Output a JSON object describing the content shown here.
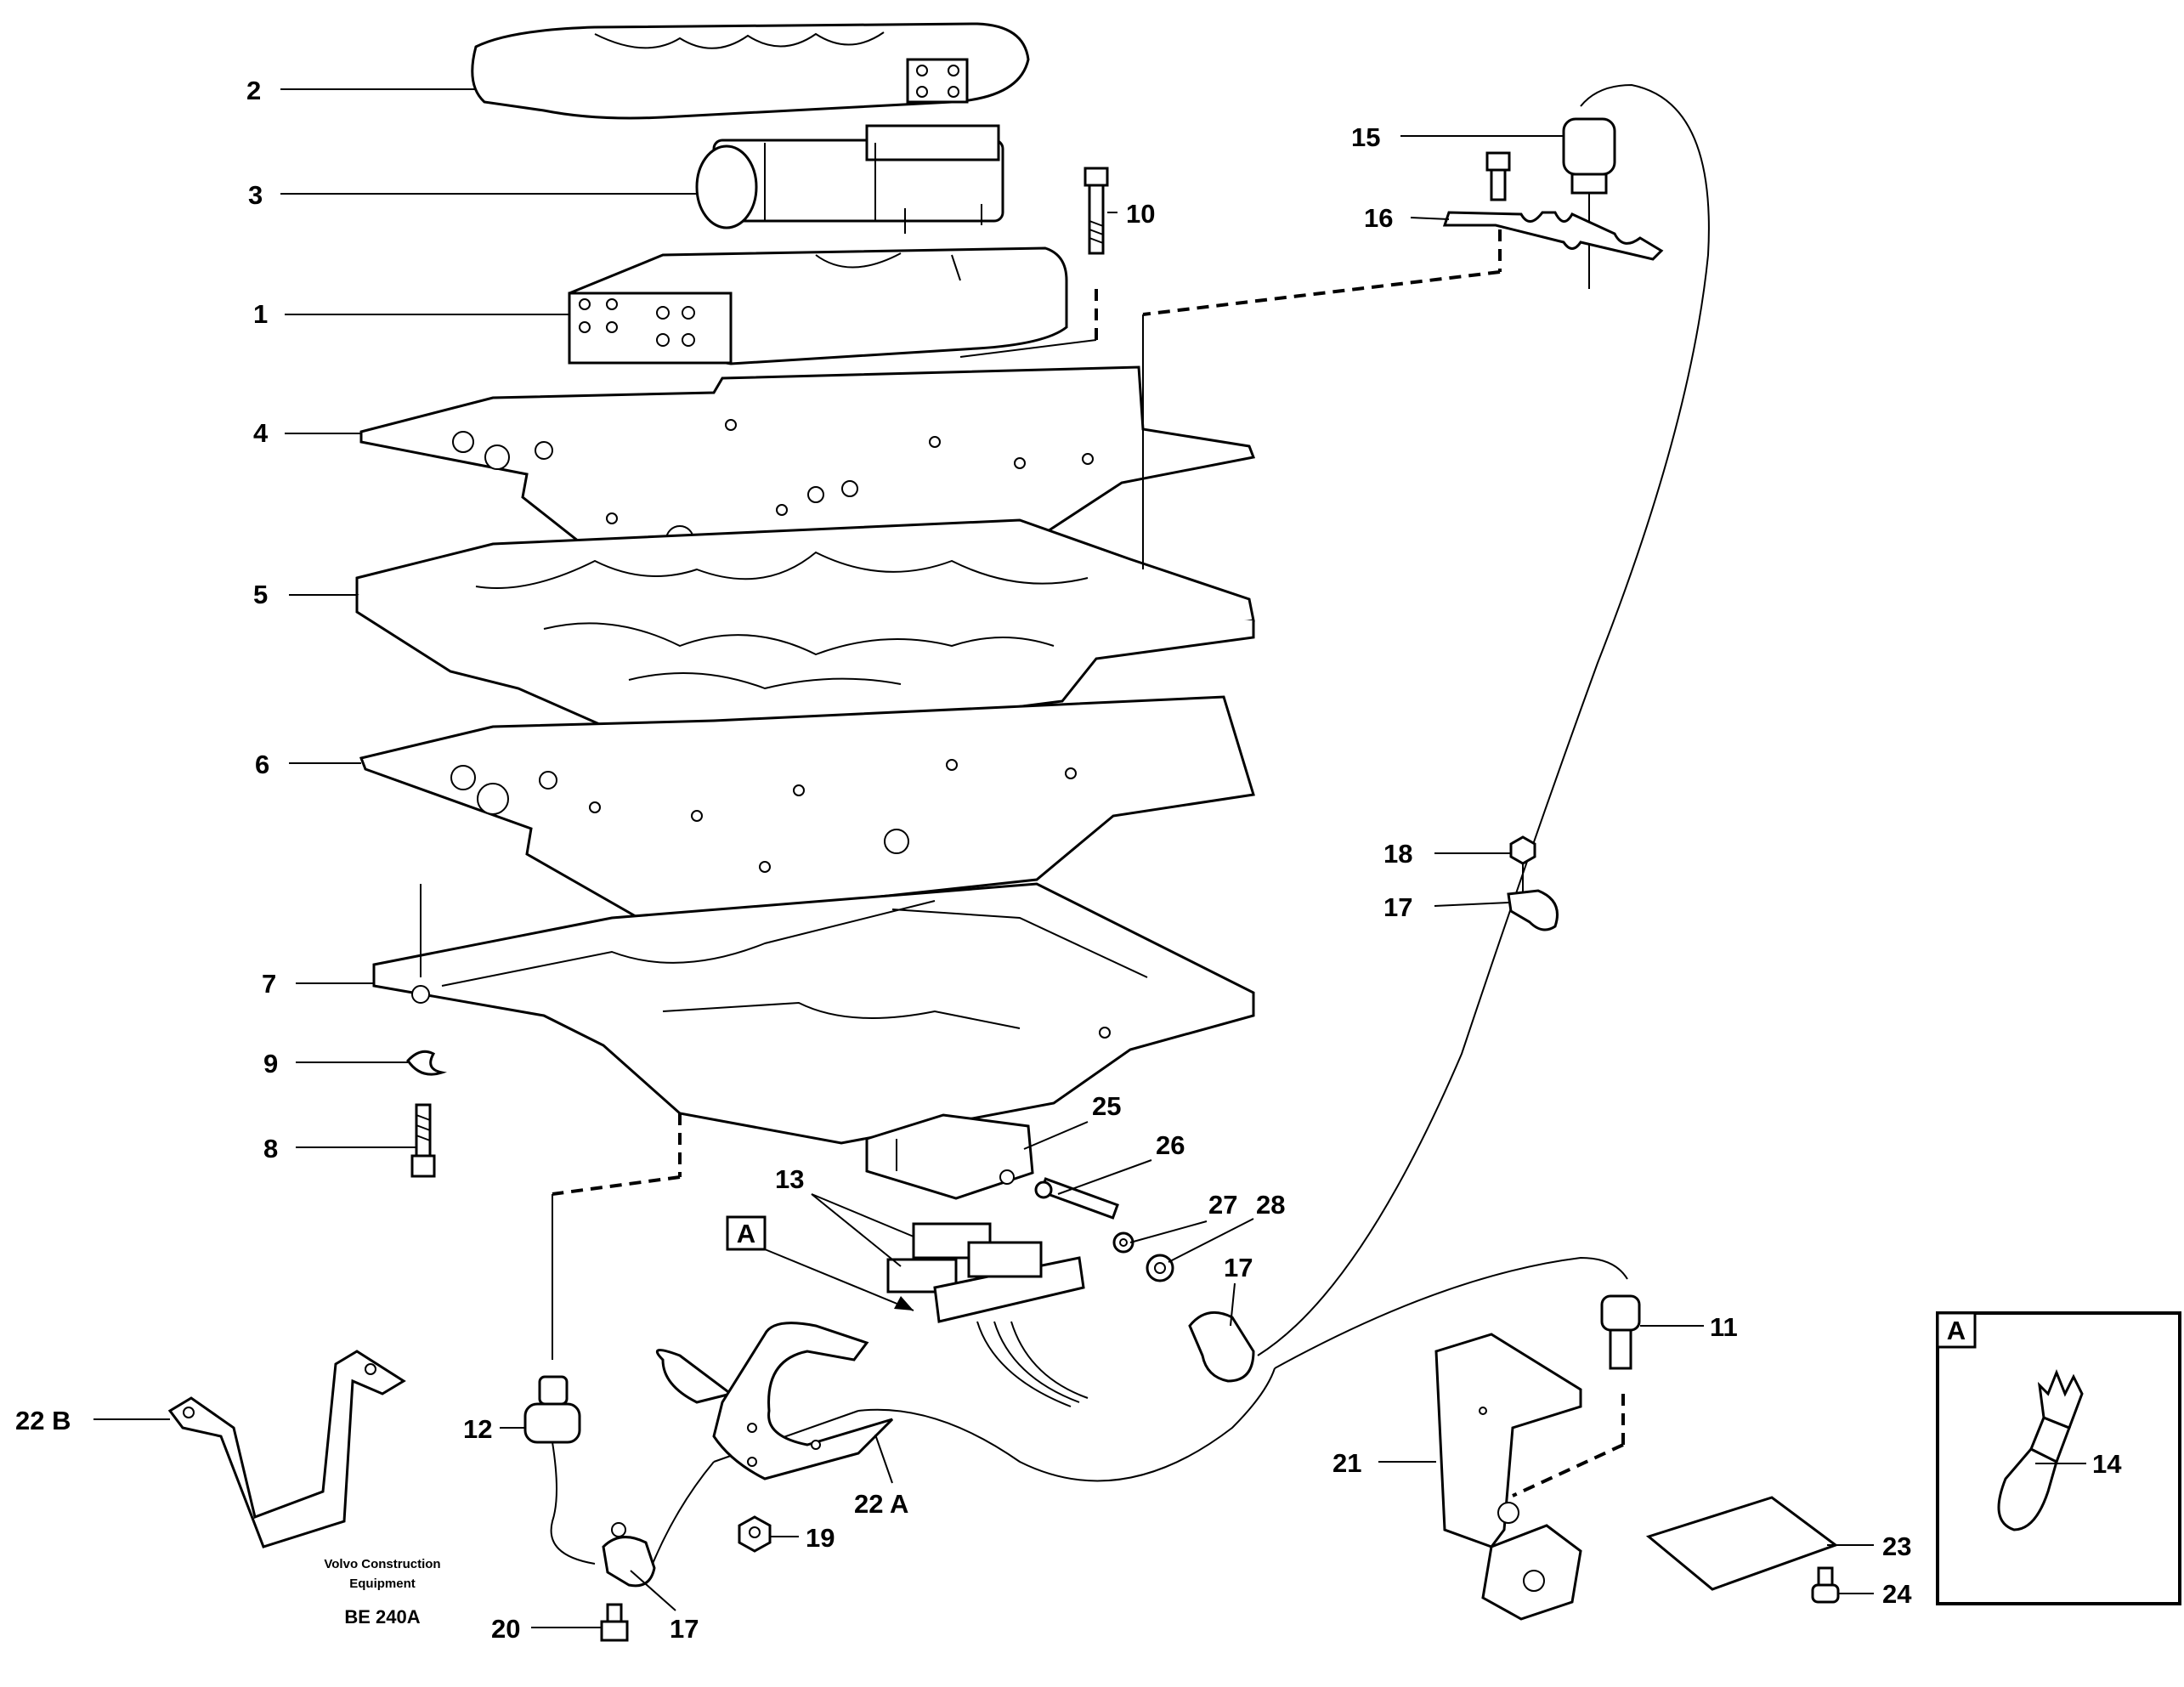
{
  "callouts": {
    "p1": "1",
    "p2": "2",
    "p3": "3",
    "p4": "4",
    "p5": "5",
    "p6": "6",
    "p7": "7",
    "p8": "8",
    "p9": "9",
    "p10": "10",
    "p11": "11",
    "p12": "12",
    "p13": "13",
    "p14": "14",
    "p15": "15",
    "p16": "16",
    "p17a": "17",
    "p17b": "17",
    "p17c": "17",
    "p18": "18",
    "p19": "19",
    "p20": "20",
    "p21": "21",
    "p22a": "22 A",
    "p22b": "22 B",
    "p23": "23",
    "p24": "24",
    "p25": "25",
    "p26": "26",
    "p27": "27",
    "p28": "28"
  },
  "detail_marker": {
    "main": "A",
    "inset": "A"
  },
  "credit": {
    "line1": "Volvo Construction",
    "line2": "Equipment",
    "code": "BE 240A"
  }
}
